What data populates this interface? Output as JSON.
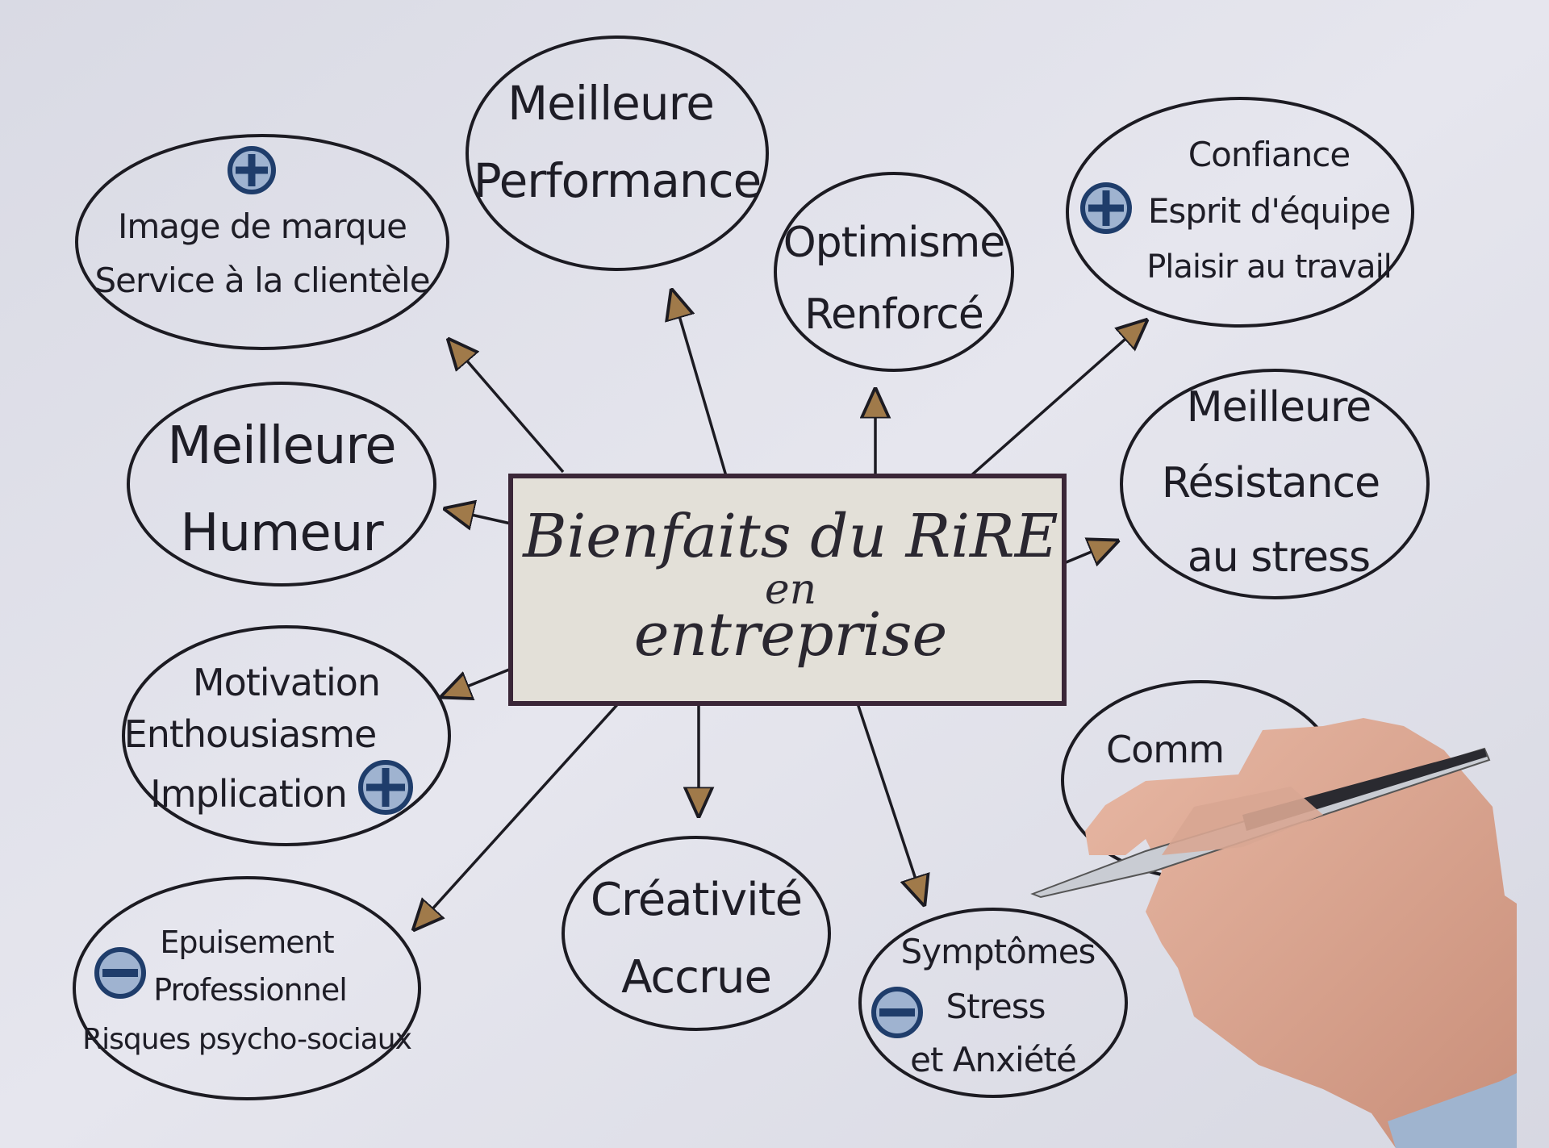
{
  "center": {
    "lines": [
      "Bienfaits du RiRE",
      "en",
      "entreprise"
    ]
  },
  "nodes": {
    "image": {
      "sign": "plus",
      "lines": [
        "Image de marque",
        "Service à la clientèle"
      ]
    },
    "performance": {
      "lines": [
        "Meilleure",
        "Performance"
      ]
    },
    "optimisme": {
      "lines": [
        "Optimisme",
        "Renforcé"
      ]
    },
    "confiance": {
      "sign": "plus",
      "lines": [
        "Confiance",
        "Esprit d'équipe",
        "Plaisir au travail"
      ]
    },
    "humeur": {
      "lines": [
        "Meilleure",
        "Humeur"
      ]
    },
    "resistance": {
      "lines": [
        "Meilleure",
        "Résistance",
        "au stress"
      ]
    },
    "motivation": {
      "sign": "plus",
      "lines": [
        "Motivation",
        "Enthousiasme",
        "Implication"
      ]
    },
    "communication": {
      "lines": [
        "Comm"
      ]
    },
    "epuisement": {
      "sign": "minus",
      "lines": [
        "Epuisement",
        "Professionnel",
        "Risques psycho-sociaux"
      ]
    },
    "creativite": {
      "lines": [
        "Créativité",
        "Accrue"
      ]
    },
    "symptomes": {
      "sign": "minus",
      "lines": [
        "Symptômes",
        "Stress",
        "et Anxiété"
      ]
    }
  },
  "colors": {
    "background": "#dfe0e8",
    "ink": "#1c1b22",
    "center_fill": "#e3e0d8",
    "center_border": "#3a2637",
    "sign_blue": "#1f3d6b",
    "arrowhead_fill": "#a07a4a"
  }
}
